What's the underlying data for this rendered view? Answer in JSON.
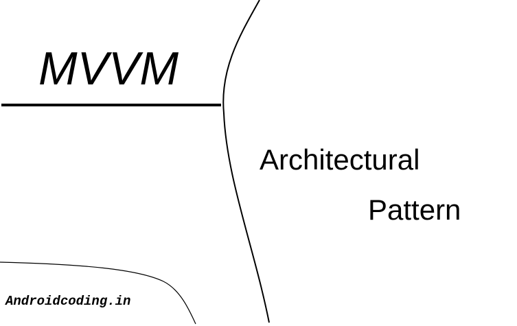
{
  "title": "MVVM",
  "subtitle_line1": "Architectural",
  "subtitle_line2": "Pattern",
  "credit": "Androidcoding.in",
  "colors": {
    "background": "#ffffff",
    "ink": "#000000"
  }
}
